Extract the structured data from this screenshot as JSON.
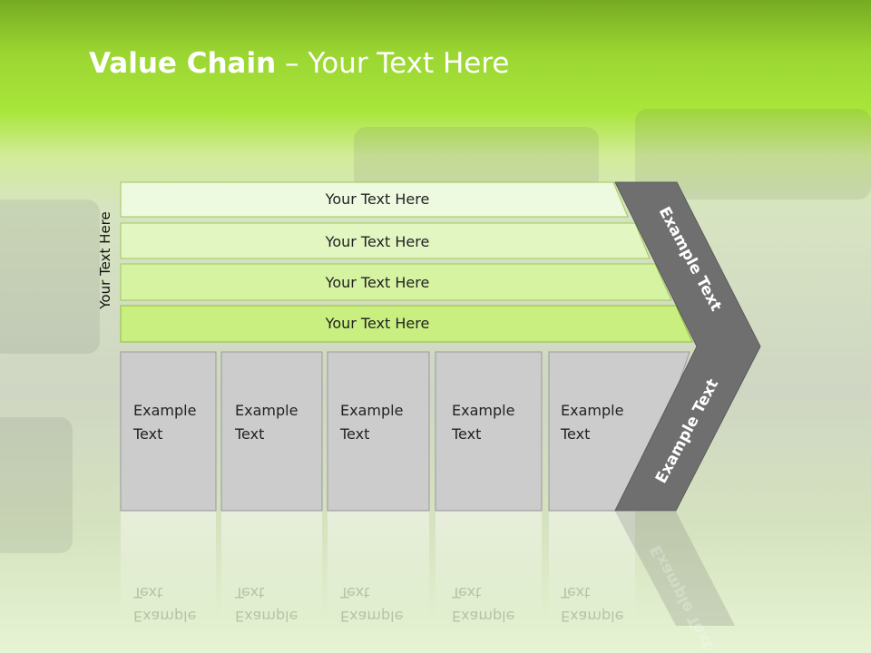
{
  "title": {
    "bold": "Value Chain",
    "rest": " – Your Text Here"
  },
  "side_label": "Your Text Here",
  "bars": [
    {
      "label": "Your Text Here",
      "fill": "#eefae0"
    },
    {
      "label": "Your Text Here",
      "fill": "#e2f6c2"
    },
    {
      "label": "Your Text Here",
      "fill": "#d6f3a2"
    },
    {
      "label": "Your Text Here",
      "fill": "#c8ef80"
    }
  ],
  "columns": [
    {
      "line1": "Example",
      "line2": "Text"
    },
    {
      "line1": "Example",
      "line2": "Text"
    },
    {
      "line1": "Example",
      "line2": "Text"
    },
    {
      "line1": "Example",
      "line2": "Text"
    },
    {
      "line1": "Example",
      "line2": "Text"
    }
  ],
  "chevron": {
    "upper_label": "Example Text",
    "lower_label": "Example Text",
    "fill": "#6f6f6f"
  },
  "colors": {
    "column_fill": "#cccccc",
    "bar_border": "#8fbf3a"
  }
}
